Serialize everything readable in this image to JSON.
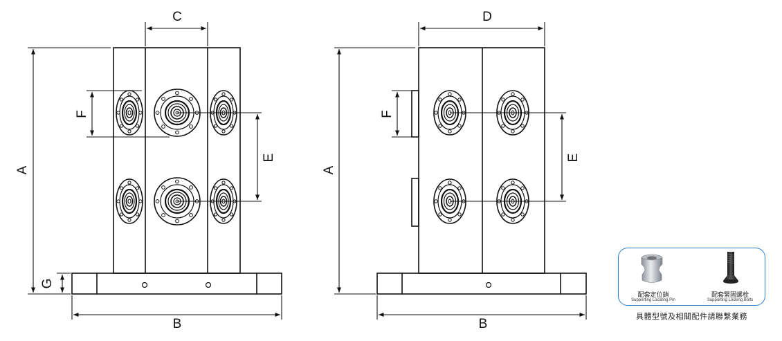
{
  "diagram": {
    "left_view": {
      "dims": {
        "A": "A",
        "B": "B",
        "C": "C",
        "E": "E",
        "F": "F",
        "G": "G"
      }
    },
    "right_view": {
      "dims": {
        "A": "A",
        "B": "B",
        "D": "D",
        "E": "E",
        "F": "F"
      }
    }
  },
  "accessories": {
    "locating_pin": {
      "zh": "配套定位銷",
      "en": "Supporting Locating Pin",
      "icon": "locating-pin-icon"
    },
    "locking_bolt": {
      "zh": "配套緊固螺栓",
      "en": "Supporting Locking Bolts",
      "icon": "locking-bolt-icon"
    },
    "border_color": "#2b7fc7",
    "caption": "具體型號及相關配件請聯繫業務"
  }
}
